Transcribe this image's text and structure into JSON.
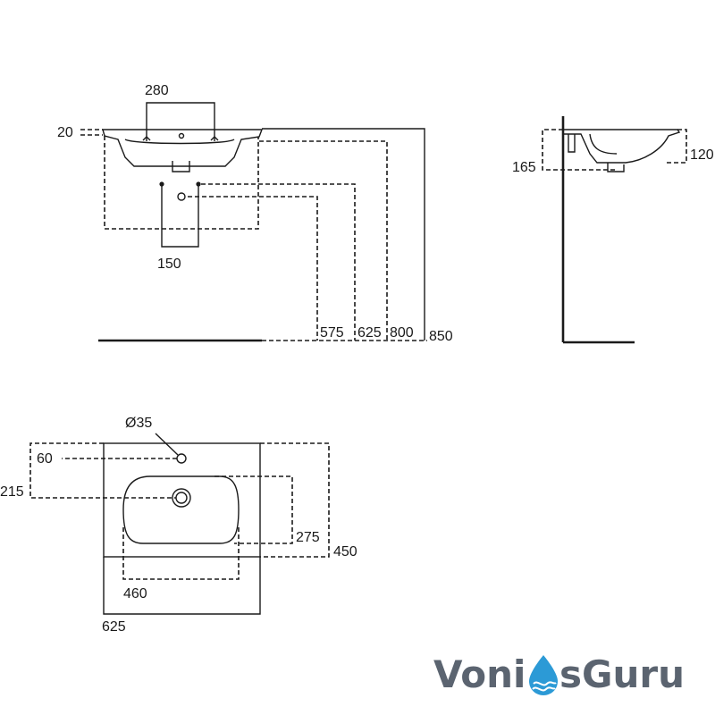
{
  "front_view": {
    "dim_tap_spacing": "280",
    "dim_rim": "20",
    "dim_waste_spacing": "150",
    "dim_h1": "575",
    "dim_h2": "625",
    "dim_h3": "800",
    "dim_h4": "850"
  },
  "side_view": {
    "dim_left": "165",
    "dim_right": "120"
  },
  "plan_view": {
    "dim_hole_dia": "Ø35",
    "dim_hole_offset": "60",
    "dim_bowl_offset": "215",
    "dim_bowl_depth": "275",
    "dim_depth": "450",
    "dim_bowl_width": "460",
    "dim_width": "625"
  },
  "logo": {
    "text_left": "Voni",
    "text_right": "sGuru",
    "accent_color": "#2c9ad6",
    "text_color": "#5b6470"
  }
}
